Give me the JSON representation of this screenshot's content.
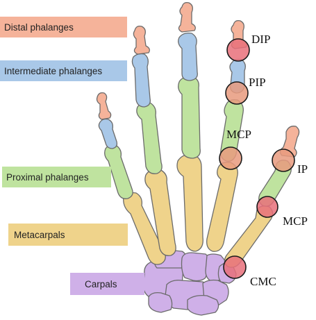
{
  "colors": {
    "distal": "#f5b39a",
    "intermediate": "#a9c8e8",
    "proximal": "#bfe39f",
    "metacarpal": "#efd38b",
    "carpal": "#cfb0e8",
    "joint_red": "#e8707a",
    "joint_orange": "#e89a7e"
  },
  "labels": {
    "distal": "Distal phalanges",
    "intermediate": "Intermediate phalanges",
    "proximal": "Proximal phalanges",
    "metacarpals": "Metacarpals",
    "carpals": "Carpals"
  },
  "joints": {
    "dip": "DIP",
    "pip": "PIP",
    "mcp_finger": "MCP",
    "ip": "IP",
    "mcp_thumb": "MCP",
    "cmc": "CMC"
  }
}
